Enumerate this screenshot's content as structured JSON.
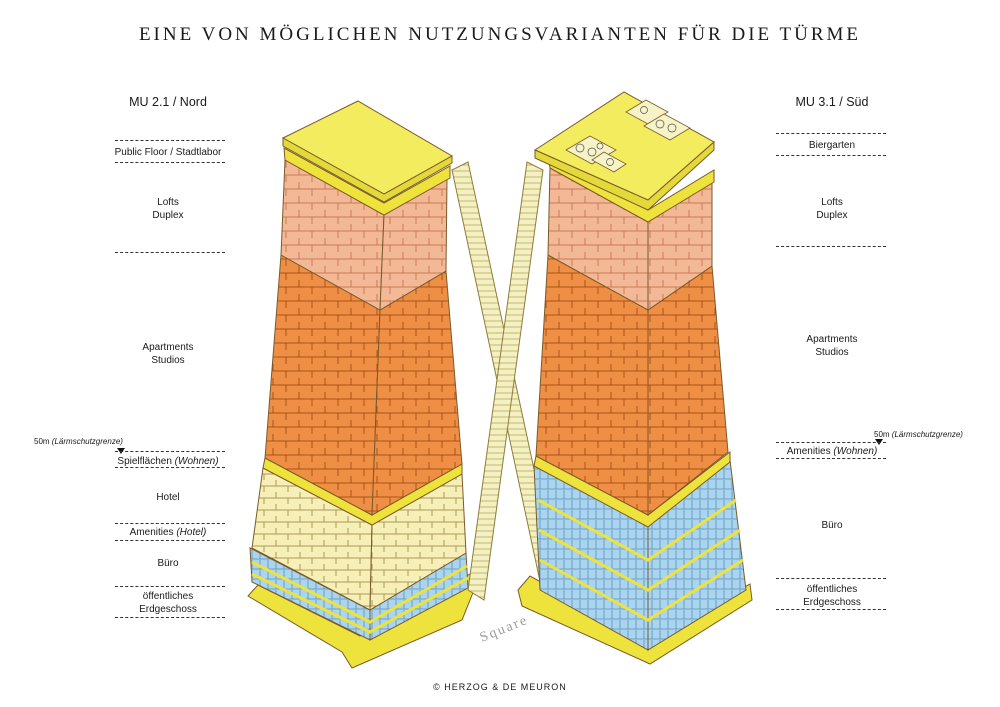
{
  "title": "EINE VON MÖGLICHEN NUTZUNGSVARIANTEN FÜR DIE TÜRME",
  "north": {
    "heading": "MU 2.1 / Nord",
    "labels": {
      "public_floor": "Public Floor / Stadtlabor",
      "lofts": "Lofts",
      "duplex": "Duplex",
      "apartments": "Apartments",
      "studios": "Studios",
      "spielflaechen": "Spielflächen",
      "spielflaechen_note": "(Wohnen)",
      "hotel": "Hotel",
      "amenities": "Amenities",
      "amenities_note": "(Hotel)",
      "buero": "Büro",
      "oeffentliches": "öffentliches",
      "erdgeschoss": "Erdgeschoss"
    },
    "marker": {
      "value": "50m",
      "note": "(Lärmschutzgrenze)"
    }
  },
  "south": {
    "heading": "MU 3.1 / Süd",
    "labels": {
      "biergarten": "Biergarten",
      "lofts": "Lofts",
      "duplex": "Duplex",
      "apartments": "Apartments",
      "studios": "Studios",
      "amenities": "Amenities",
      "amenities_note": "(Wohnen)",
      "buero": "Büro",
      "oeffentliches": "öffentliches",
      "erdgeschoss": "Erdgeschoss"
    },
    "marker": {
      "value": "50m",
      "note": "(Lärmschutzgrenze)"
    }
  },
  "square_label": "Square",
  "copyright": "© HERZOG & DE MEURON",
  "colors": {
    "roof": "#f2ec5e",
    "lofts": "#f3b996",
    "apartments": "#ef8f45",
    "hotel": "#f6efb7",
    "office": "#a9d5f0",
    "plate": "#eee33c",
    "bridge": "#f4f0c3",
    "outline": "#7a5a2a"
  }
}
